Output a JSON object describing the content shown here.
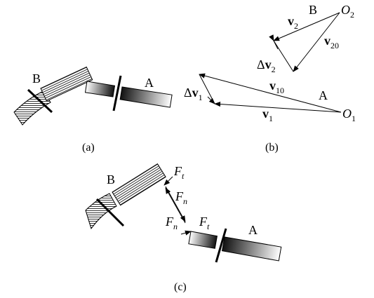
{
  "panels": {
    "a": {
      "caption": "(a)",
      "label_a": "A",
      "label_b": "B"
    },
    "b": {
      "caption": "(b)",
      "point_b": "B",
      "point_a": "A",
      "origin_2": {
        "main": "O",
        "sub": "2"
      },
      "origin_1": {
        "main": "O",
        "sub": "1"
      },
      "v2": {
        "main": "v",
        "sub": "2"
      },
      "v20": {
        "main": "v",
        "sub": "20"
      },
      "dv2": {
        "delta": "Δ",
        "main": "v",
        "sub": "2"
      },
      "v10": {
        "main": "v",
        "sub": "10"
      },
      "dv1": {
        "delta": "Δ",
        "main": "v",
        "sub": "1"
      },
      "v1": {
        "main": "v",
        "sub": "1"
      }
    },
    "c": {
      "caption": "(c)",
      "label_a": "A",
      "label_b": "B",
      "ft_top": {
        "main": "F",
        "sub": "t"
      },
      "fn_top": {
        "main": "F",
        "sub": "n"
      },
      "fn_bottom": {
        "main": "F",
        "sub": "n"
      },
      "ft_bottom": {
        "main": "F",
        "sub": "t"
      }
    }
  },
  "colors": {
    "ink": "#000000",
    "paper": "#ffffff",
    "bar_dark": "#1a1a1a"
  }
}
